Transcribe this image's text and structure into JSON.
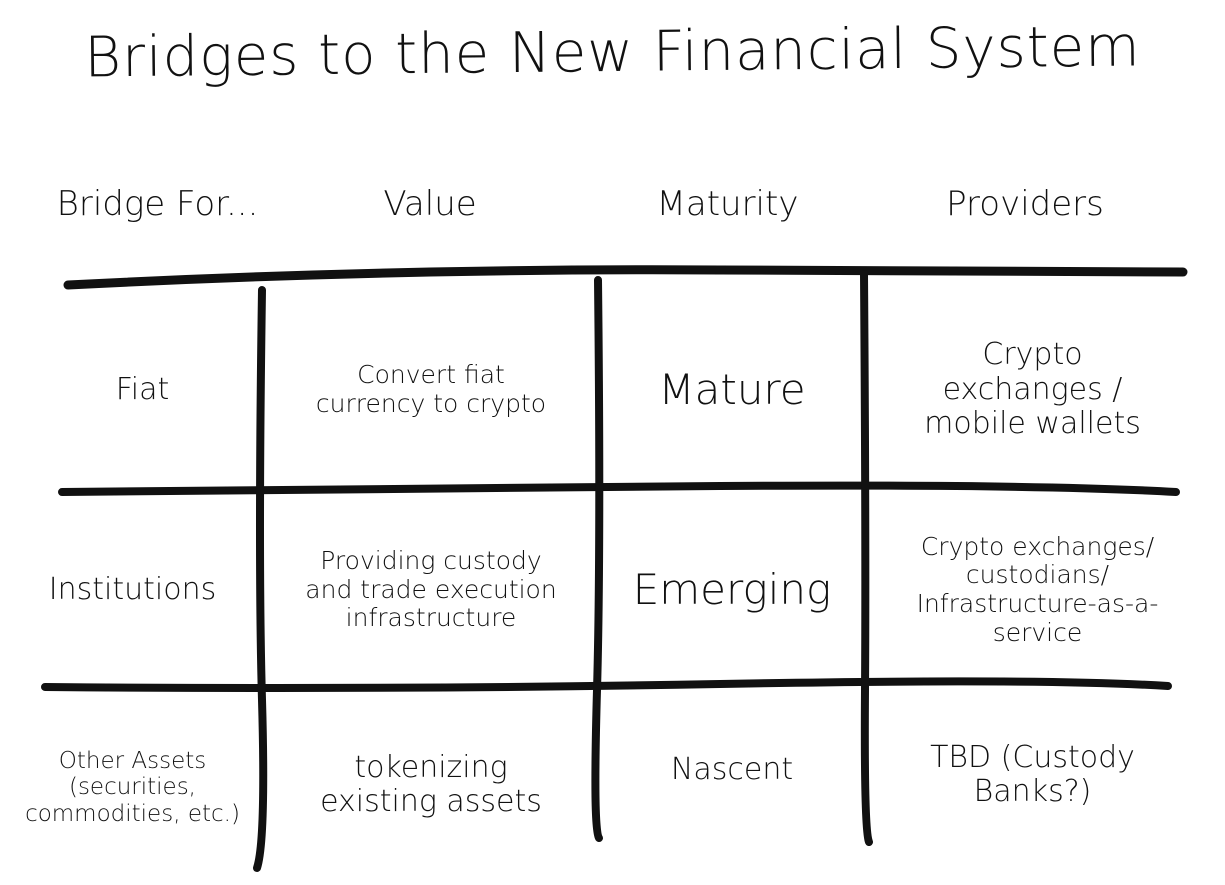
{
  "title": "Bridges to the New Financial System",
  "headers": {
    "bridge_for": "Bridge For...",
    "value": "Value",
    "maturity": "Maturity",
    "providers": "Providers"
  },
  "rows": [
    {
      "bridge_for": "Fiat",
      "value": "Convert fiat\ncurrency to crypto",
      "maturity": "Mature",
      "providers": "Crypto\nexchanges /\nmobile wallets"
    },
    {
      "bridge_for": "Institutions",
      "value": "Providing custody\nand trade execution\ninfrastructure",
      "maturity": "Emerging",
      "providers": "Crypto exchanges/\ncustodians/\nInfrastructure-as-a-\nservice"
    },
    {
      "bridge_for": "Other Assets\n(securities,\ncommodities, etc.)",
      "value": "tokenizing\nexisting assets",
      "maturity": "Nascent",
      "providers": "TBD (Custody\nBanks?)"
    }
  ],
  "colors": {
    "ink": "#111111",
    "background": "#ffffff"
  }
}
